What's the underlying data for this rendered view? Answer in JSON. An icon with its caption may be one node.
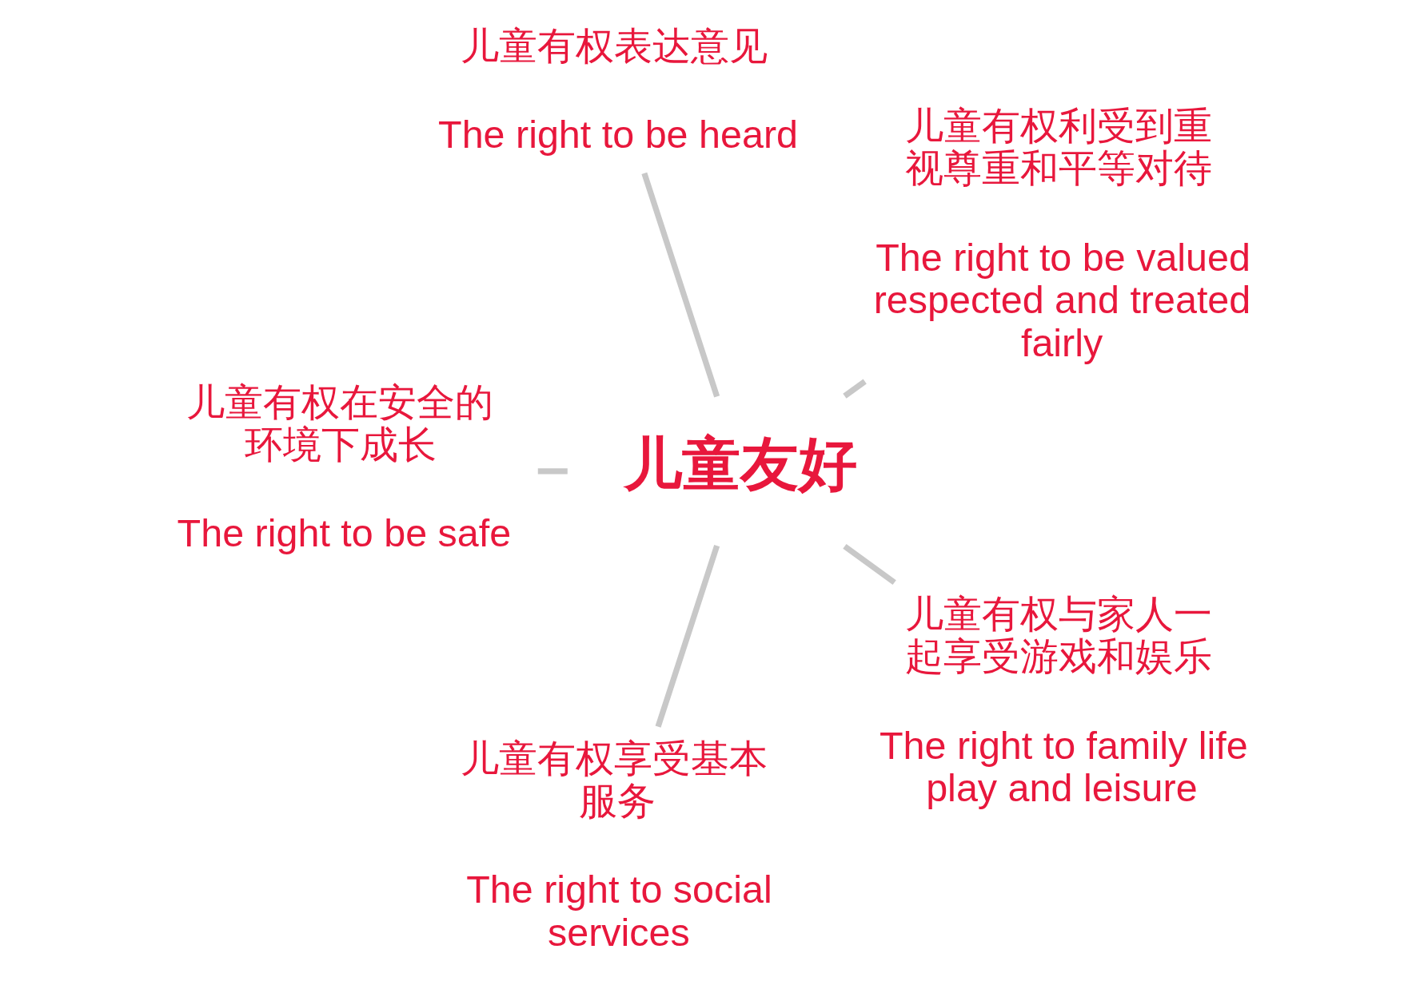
{
  "diagram": {
    "nodes": [
      {
        "text": [
          "儿童友好"
        ]
      },
      {
        "text": [
          "儿童有权利受到重视尊重和平等对待",
          "The right to be valued respected and treated fairly"
        ]
      },
      {
        "text": [
          "儿童有权表达意见",
          "The right to be heard"
        ]
      },
      {
        "text": [
          "儿童有权在安全的环境下成长",
          "The right to be safe"
        ]
      },
      {
        "text": [
          "儿童有权享受基本服务",
          "The right to social services"
        ]
      },
      {
        "text": [
          "儿童有权与家人一起享受游戏和娱乐",
          "The right to family life play and leisure"
        ]
      }
    ],
    "edges": [
      {
        "from": 0,
        "to": 1,
        "arrow": "none"
      },
      {
        "from": 0,
        "to": 2,
        "arrow": "none"
      },
      {
        "from": 0,
        "to": 3,
        "arrow": "none"
      },
      {
        "from": 0,
        "to": 4,
        "arrow": "none"
      },
      {
        "from": 0,
        "to": 5,
        "arrow": "none"
      }
    ]
  }
}
